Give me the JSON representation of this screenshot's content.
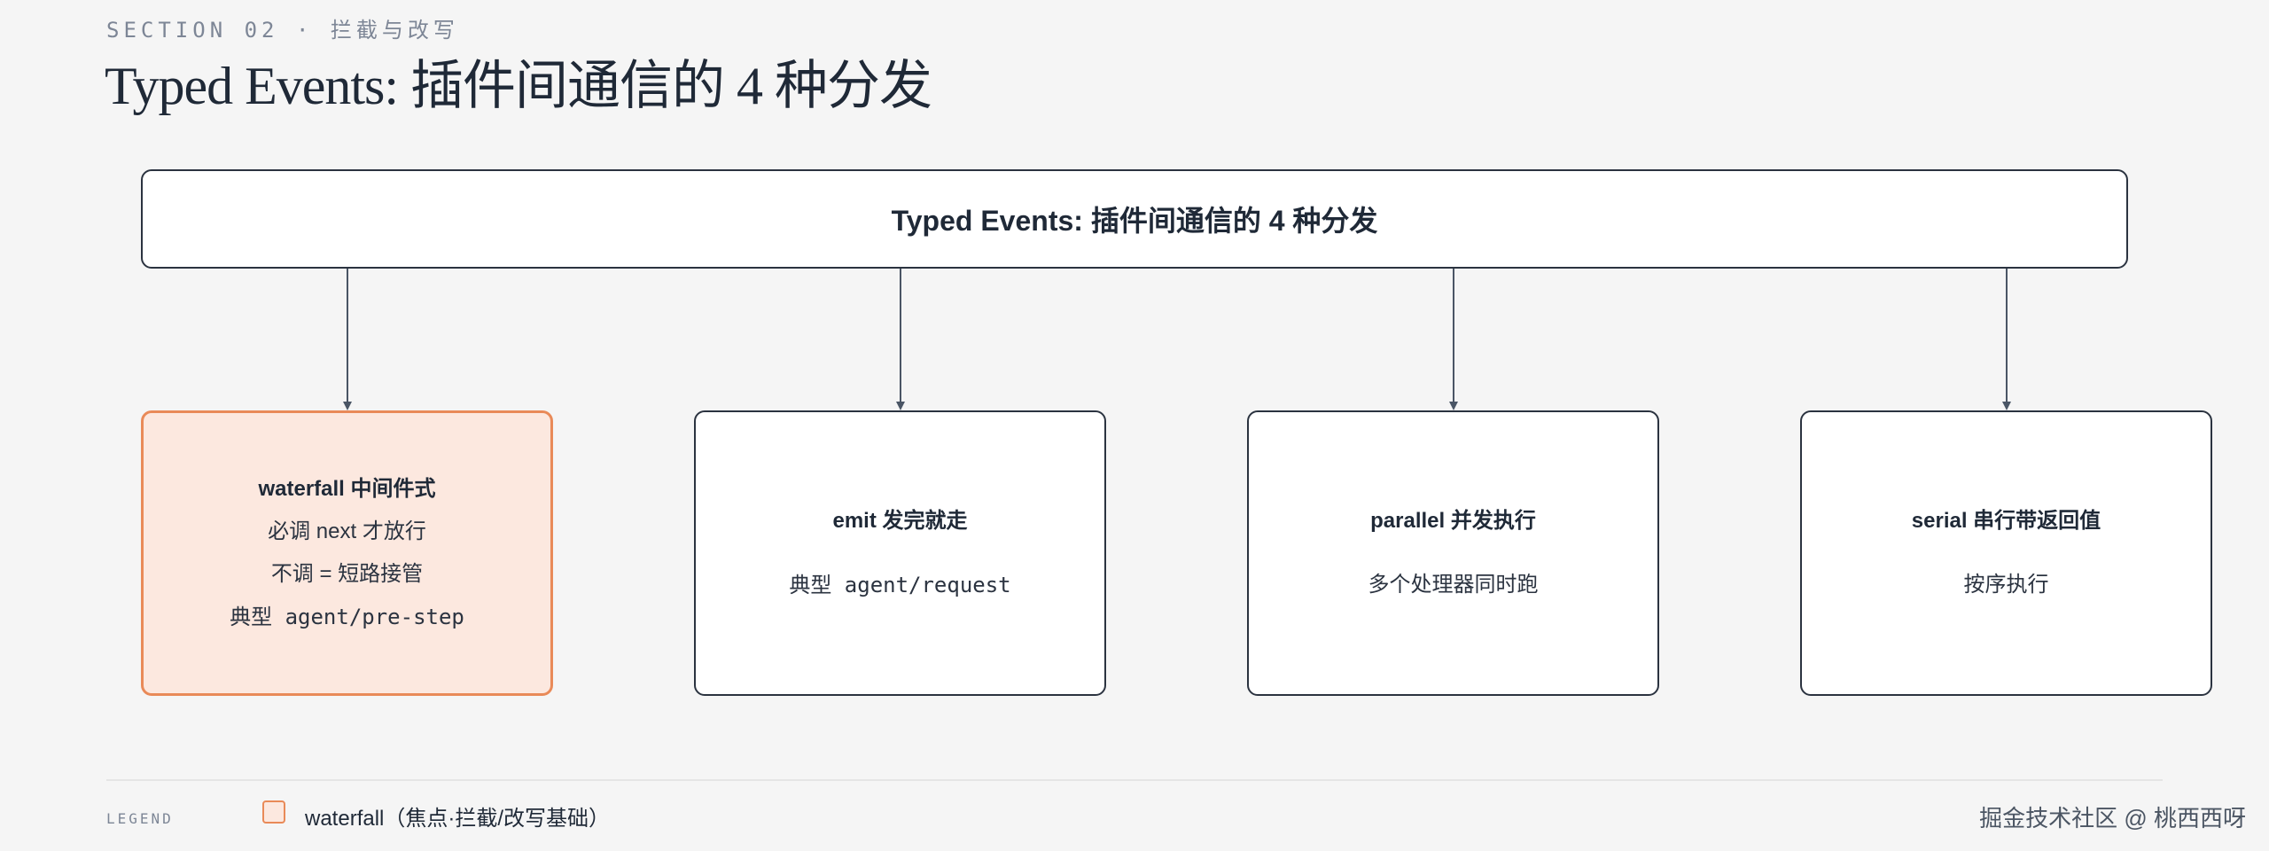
{
  "header": {
    "eyebrow": "SECTION 02 · 拦截与改写",
    "title": "Typed Events: 插件间通信的 4 种分发"
  },
  "diagram": {
    "root": {
      "label": "Typed Events: 插件间通信的 4 种分发"
    },
    "children": [
      {
        "title": "waterfall 中间件式",
        "lines": [
          "必调 next 才放行",
          "不调 = 短路接管",
          "典型 agent/pre-step"
        ],
        "highlight": true
      },
      {
        "title": "emit 发完就走",
        "lines": [
          "典型 agent/request"
        ],
        "highlight": false
      },
      {
        "title": "parallel 并发执行",
        "lines": [
          "多个处理器同时跑"
        ],
        "highlight": false
      },
      {
        "title": "serial 串行带返回值",
        "lines": [
          "按序执行"
        ],
        "highlight": false
      }
    ]
  },
  "legend": {
    "title": "LEGEND",
    "items": [
      {
        "label": "waterfall（焦点·拦截/改写基础）",
        "color": "#e98a58"
      }
    ]
  },
  "watermark": "掘金技术社区 @ 桃西西呀",
  "colors": {
    "background": "#f5f5f5",
    "border": "#2b3340",
    "arrow": "#4a5565",
    "highlight_fill": "#fce8df",
    "highlight_border": "#e98a58"
  }
}
